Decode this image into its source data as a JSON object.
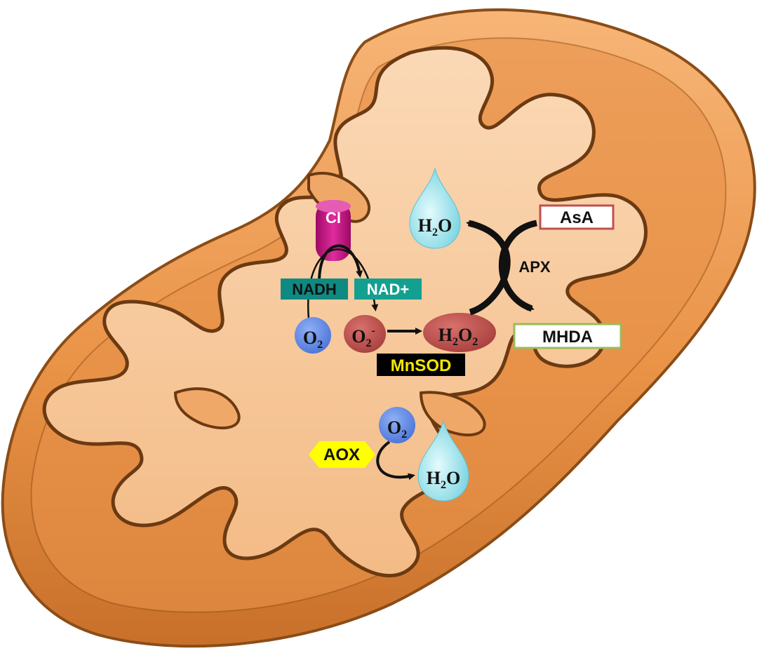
{
  "complex_i": {
    "label": "CI"
  },
  "nadh": {
    "label": "NADH"
  },
  "nad_plus": {
    "label": "NAD+"
  },
  "oxygen_top": {
    "base": "O",
    "sub": "2"
  },
  "superoxide": {
    "base": "O",
    "sub": "2",
    "sup": "-"
  },
  "h2o2": {
    "a": "H",
    "sub1": "2",
    "b": "O",
    "sub2": "2"
  },
  "mnsod": {
    "label": "MnSOD"
  },
  "apx": {
    "label": "APX"
  },
  "asa": {
    "label": "AsA"
  },
  "mhda": {
    "label": "MHDA"
  },
  "water_top": {
    "a": "H",
    "sub": "2",
    "b": "O"
  },
  "oxygen_bottom": {
    "base": "O",
    "sub": "2"
  },
  "aox": {
    "label": "AOX"
  },
  "water_bottom": {
    "a": "H",
    "sub": "2",
    "b": "O"
  },
  "colors": {
    "outer_membrane": "#e8944a",
    "inner_space": "#f7c99c",
    "membrane_edge": "#6b3a12",
    "complex_i": "#c0157c",
    "nad_badge": "#0f8a82",
    "oxygen": "#5b86e8",
    "ros": "#c0504d",
    "mnsod_bg": "#000000",
    "mnsod_text": "#f2e600",
    "aox": "#ffff00",
    "water": "#9ee6ee",
    "asa_border": "#c0504d",
    "mhda_border": "#9bbb59"
  }
}
